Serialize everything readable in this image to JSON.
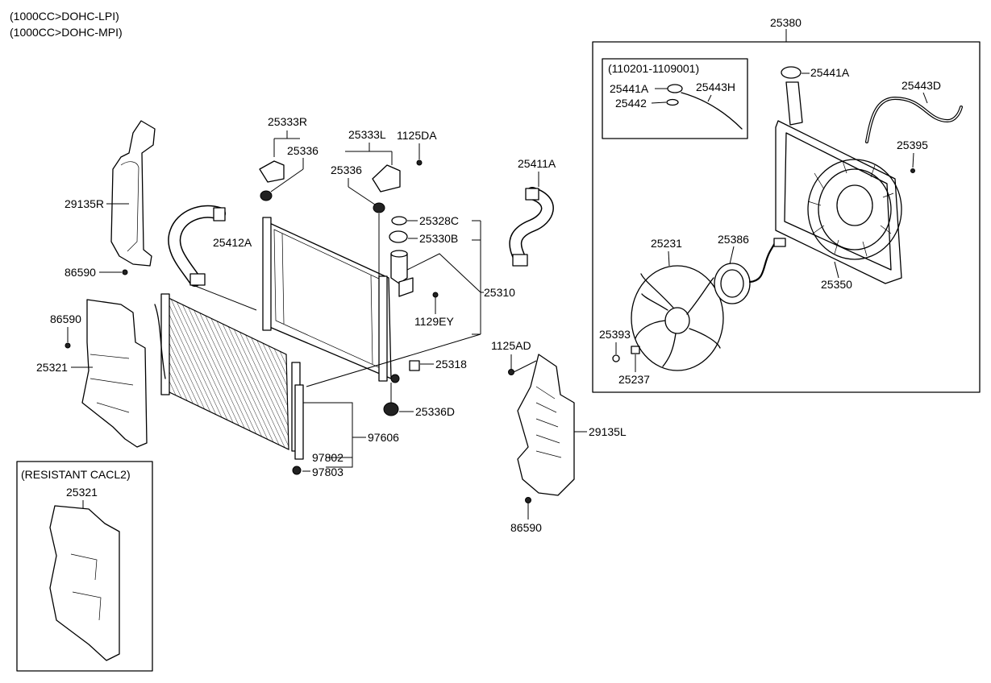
{
  "notes": {
    "engine_line1": "(1000CC>DOHC-LPI)",
    "engine_line2": "(1000CC>DOHC-MPI)",
    "inset_fan_range": "(110201-1109001)",
    "inset_resistant": "(RESISTANT CACL2)"
  },
  "labels": {
    "p25380": "25380",
    "p25441A_top": "25441A",
    "p25441A_inset": "25441A",
    "p25443H": "25443H",
    "p25442": "25442",
    "p25443D": "25443D",
    "p25395": "25395",
    "p25231": "25231",
    "p25386": "25386",
    "p25350": "25350",
    "p25393": "25393",
    "p25237": "25237",
    "p25333R": "25333R",
    "p25336_left": "25336",
    "p25333L": "25333L",
    "p1125DA": "1125DA",
    "p25336_right": "25336",
    "p25411A": "25411A",
    "p25328C": "25328C",
    "p25330B": "25330B",
    "p25310": "25310",
    "p1129EY": "1129EY",
    "p25318": "25318",
    "p25336D": "25336D",
    "p25412A": "25412A",
    "p29135R": "29135R",
    "p86590_a": "86590",
    "p86590_b": "86590",
    "p25321_main": "25321",
    "p25321_inset": "25321",
    "p97606": "97606",
    "p97802": "97802",
    "p97803": "97803",
    "p1125AD": "1125AD",
    "p29135L": "29135L",
    "p86590_c": "86590"
  }
}
